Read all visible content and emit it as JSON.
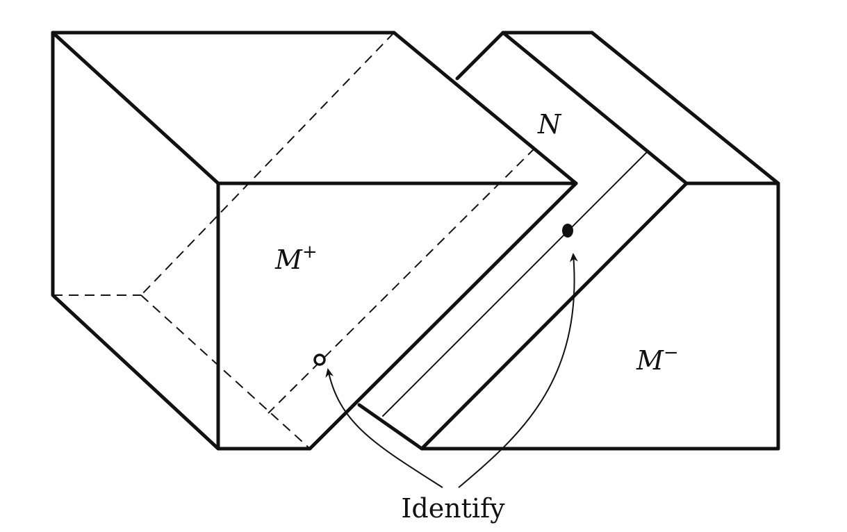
{
  "labels": {
    "m_plus": {
      "base": "M",
      "sup": "+"
    },
    "m_minus": {
      "base": "M",
      "sup": "−"
    },
    "n": "N",
    "identify": "Identify"
  },
  "points": [
    {
      "name": "open-point",
      "style": "hollow"
    },
    {
      "name": "filled-point",
      "style": "filled"
    }
  ]
}
